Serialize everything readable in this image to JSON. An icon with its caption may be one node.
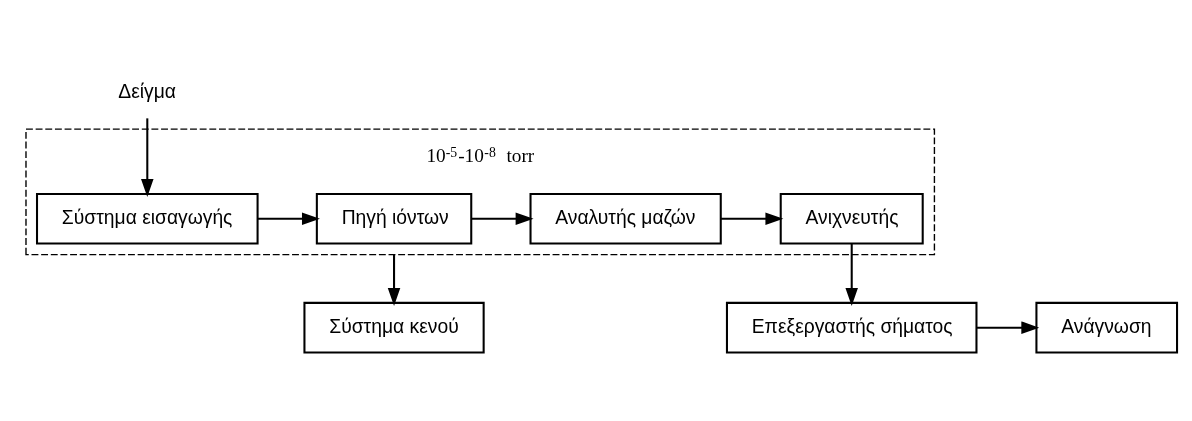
{
  "diagram": {
    "nodes": [
      {
        "text": [
          "Δείγμα"
        ]
      },
      {
        "text": [
          "10$^{-5}$-10$^{-8}$ torr"
        ]
      },
      {
        "text": [
          "Σύστημα εισαγωγής"
        ],
        "in": 1
      },
      {
        "text": [
          "Πηγή ιόντων"
        ],
        "in": 1
      },
      {
        "text": [
          "Αναλυτής μαζών"
        ],
        "in": 1
      },
      {
        "text": [
          "Ανιχνευτής"
        ],
        "in": 1
      },
      {
        "text": [
          "Σύστημα κενού"
        ]
      },
      {
        "text": [
          "Επεξεργαστής σήματος"
        ]
      },
      {
        "text": [
          "Ανάγνωση"
        ]
      }
    ],
    "edges": [
      {
        "from": 0,
        "to": 2,
        "arrow": "to"
      },
      {
        "from": 2,
        "to": 3,
        "arrow": "to"
      },
      {
        "from": 3,
        "to": 4,
        "arrow": "to"
      },
      {
        "from": 4,
        "to": 5,
        "arrow": "to"
      },
      {
        "from": 1,
        "to": 6,
        "arrow": "to"
      },
      {
        "from": 5,
        "to": 7,
        "arrow": "to"
      },
      {
        "from": 7,
        "to": 8,
        "arrow": "to"
      }
    ]
  }
}
